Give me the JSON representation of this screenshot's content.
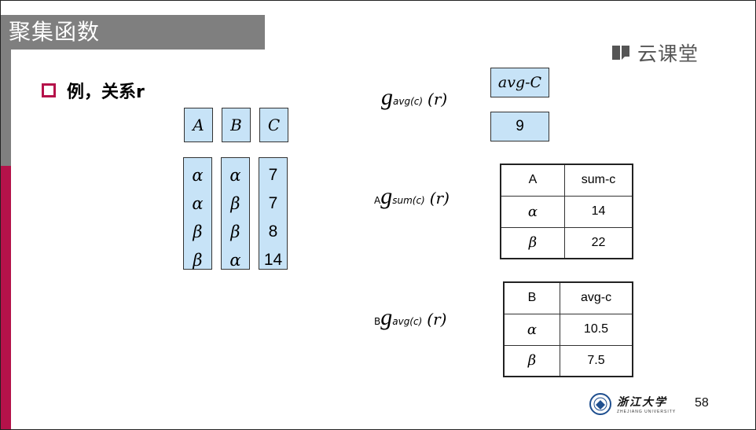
{
  "slide": {
    "title": "聚集函数",
    "watermark": "云课堂",
    "example_label": "例，关系r",
    "page_number": "58",
    "university_cn": "浙江大学",
    "university_en": "ZHEJIANG UNIVERSITY"
  },
  "relation_r": {
    "headers": [
      "A",
      "B",
      "C"
    ],
    "col_a": [
      "α",
      "α",
      "β",
      "β"
    ],
    "col_b": [
      "α",
      "β",
      "β",
      "α"
    ],
    "col_c": [
      "7",
      "7",
      "8",
      "14"
    ]
  },
  "expr1": {
    "symbol": "g",
    "subscript": "avg(c)",
    "arg": "(r)",
    "result_header": "avg-C",
    "result_value": "9"
  },
  "expr2": {
    "prefix": "A",
    "symbol": "g",
    "subscript": "sum(c)",
    "arg": "(r)",
    "headers": [
      "A",
      "sum-c"
    ],
    "rows": [
      [
        "α",
        "14"
      ],
      [
        "β",
        "22"
      ]
    ]
  },
  "expr3": {
    "prefix": "B",
    "symbol": "g",
    "subscript": "avg(c)",
    "arg": "(r)",
    "headers": [
      "B",
      "avg-c"
    ],
    "rows": [
      [
        "α",
        "10.5"
      ],
      [
        "β",
        "7.5"
      ]
    ]
  },
  "colors": {
    "title_bar": "#7f7f7f",
    "accent_red": "#b5124a",
    "cell_fill": "#c7e3f7"
  }
}
